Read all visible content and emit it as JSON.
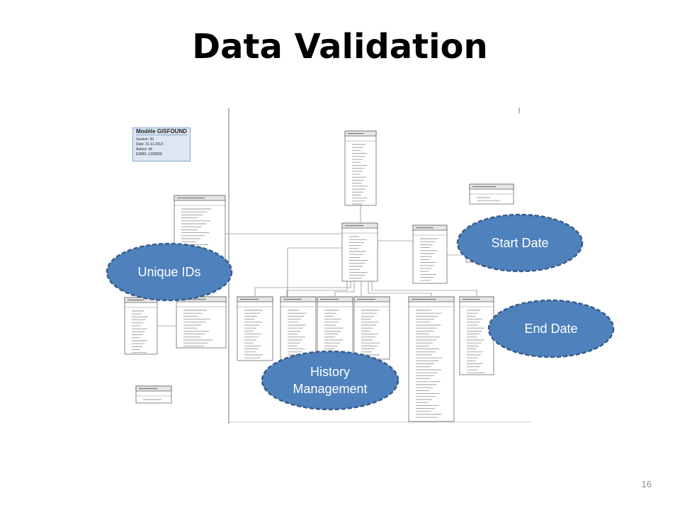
{
  "slide": {
    "title": "Data Validation",
    "page_number": "16"
  },
  "model_box": {
    "title": "Modèle GISFOUND",
    "lines": [
      "Version: 33",
      "Date: 21.11.2013",
      "Auteur: nlt",
      "EDMS: 1328250"
    ]
  },
  "callouts": {
    "unique_ids": "Unique IDs",
    "start_date": "Start Date",
    "end_date": "End Date",
    "history_line1": "History",
    "history_line2": "Management"
  },
  "colors": {
    "callout_fill": "#4f81bd",
    "callout_border": "#385d8a",
    "table_border": "#555555",
    "table_header": "#e6e6e6",
    "model_fill": "#dce7f3"
  }
}
